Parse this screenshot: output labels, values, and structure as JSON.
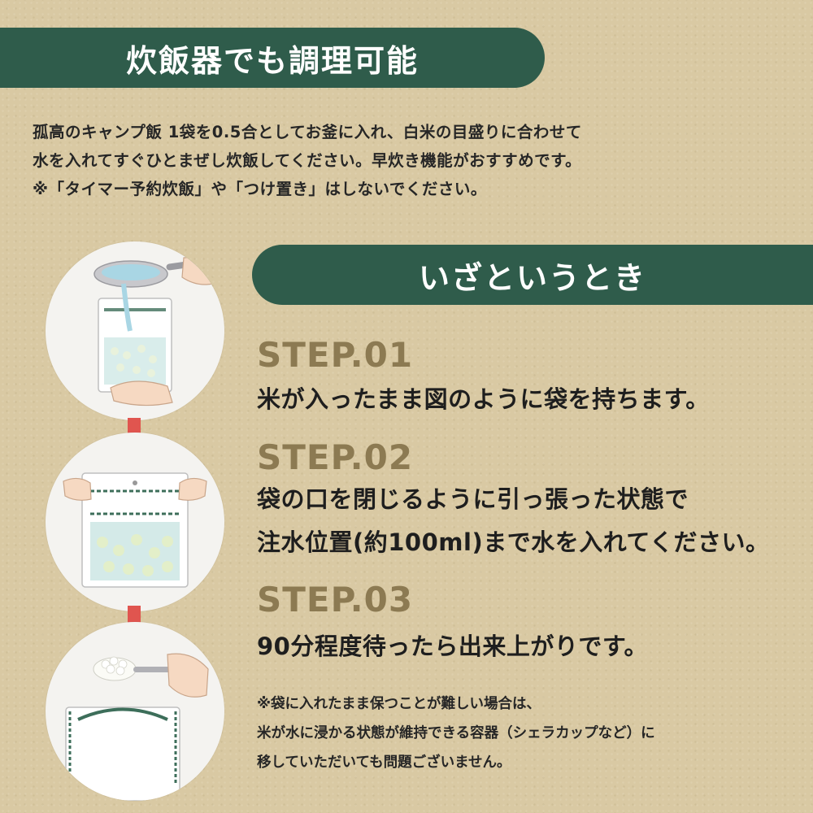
{
  "header": {
    "title": "炊飯器でも調理可能"
  },
  "intro": {
    "lines": [
      "孤高のキャンプ飯 1袋を0.5合としてお釜に入れ、白米の目盛りに合わせて",
      "水を入れてすぐひとまぜし炊飯してください。早炊き機能がおすすめです。",
      "※「タイマー予約炊飯」や「つけ置き」はしないでください。"
    ]
  },
  "emergency": {
    "title": "いざというとき",
    "steps": [
      {
        "label": "STEP.01",
        "lines": [
          "米が入ったまま図のように袋を持ちます。"
        ]
      },
      {
        "label": "STEP.02",
        "lines": [
          "袋の口を閉じるように引っ張った状態で",
          "注水位置(約100ml)まで水を入れてください。"
        ]
      },
      {
        "label": "STEP.03",
        "lines": [
          "90分程度待ったら出来上がりです。"
        ]
      }
    ],
    "note": [
      "※袋に入れたまま保つことが難しい場合は、",
      "米が水に浸かる状態が維持できる容器（シェラカップなど）に",
      "移していただいても問題ございません。"
    ]
  },
  "colors": {
    "banner": "#2f5c4b",
    "background": "#d9c9a3",
    "step_label": "#8c7a52",
    "arrow": "#e0554f"
  },
  "icons": [
    "down-arrow-icon",
    "down-arrow-icon"
  ]
}
